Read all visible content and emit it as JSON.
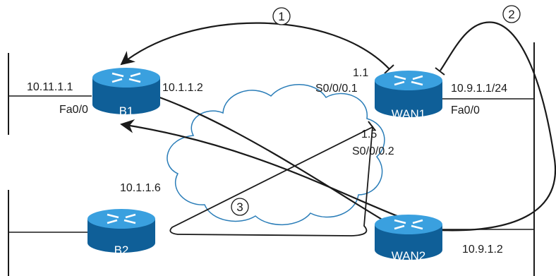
{
  "routers": {
    "b1": {
      "name": "B1"
    },
    "wan1": {
      "name": "WAN1"
    },
    "b2": {
      "name": "B2"
    },
    "wan2": {
      "name": "WAN2"
    }
  },
  "labels": {
    "b1_lan_ip": "10.11.1.1",
    "b1_lan_intf": "Fa0/0",
    "b1_wan_ip": "10.1.1.2",
    "wan1_sub1_ip": "1.1",
    "wan1_sub1_intf": "S0/0/0.1",
    "wan1_lan_ip": "10.9.1.1/24",
    "wan1_lan_intf": "Fa0/0",
    "wan1_sub2_ip": "1.5",
    "wan1_sub2_intf": "S0/0/0.2",
    "b2_wan_ip": "10.1.1.6",
    "wan2_lan_ip": "10.9.1.2"
  },
  "callouts": [
    "1",
    "2",
    "3"
  ],
  "colors": {
    "router_fill": "#1878b8",
    "router_top": "#2f95d6",
    "cloud_stroke": "#2a7db8",
    "line": "#1a1a1a"
  }
}
